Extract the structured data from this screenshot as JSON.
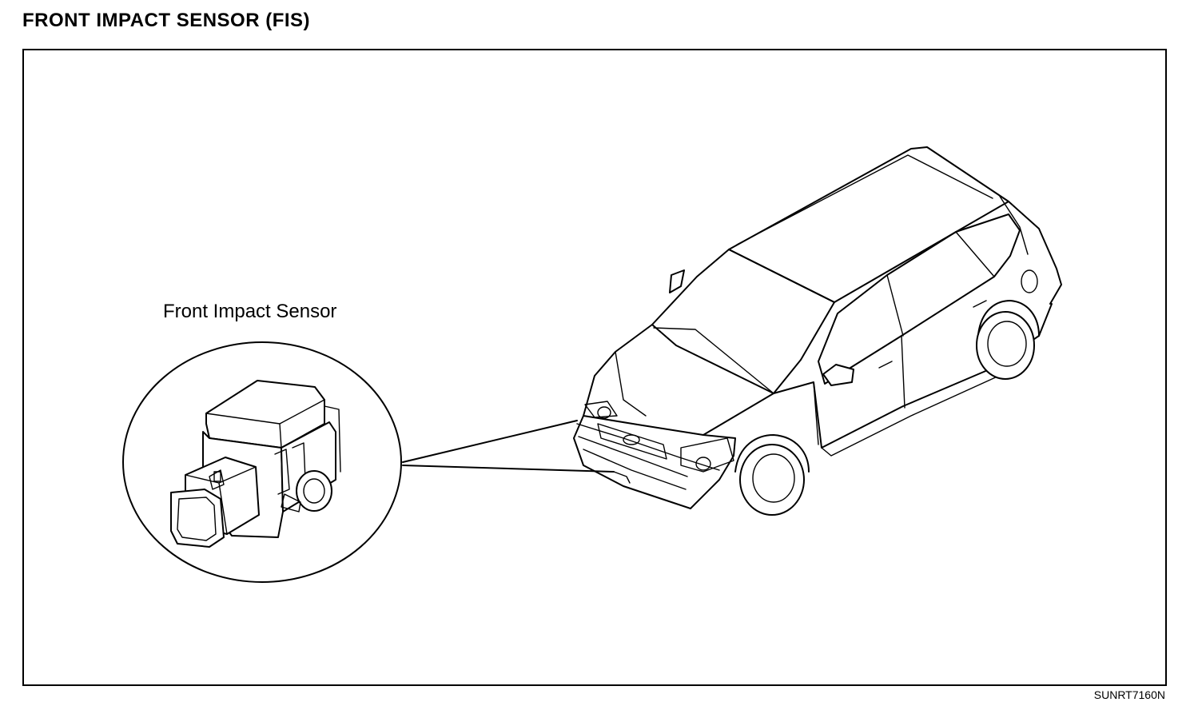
{
  "page": {
    "title": "FRONT IMPACT SENSOR (FIS)",
    "figure_code": "SUNRT7160N"
  },
  "diagram": {
    "callout_label": "Front Impact Sensor",
    "subjects": [
      "vehicle-outline",
      "front-impact-sensor-detail"
    ]
  }
}
